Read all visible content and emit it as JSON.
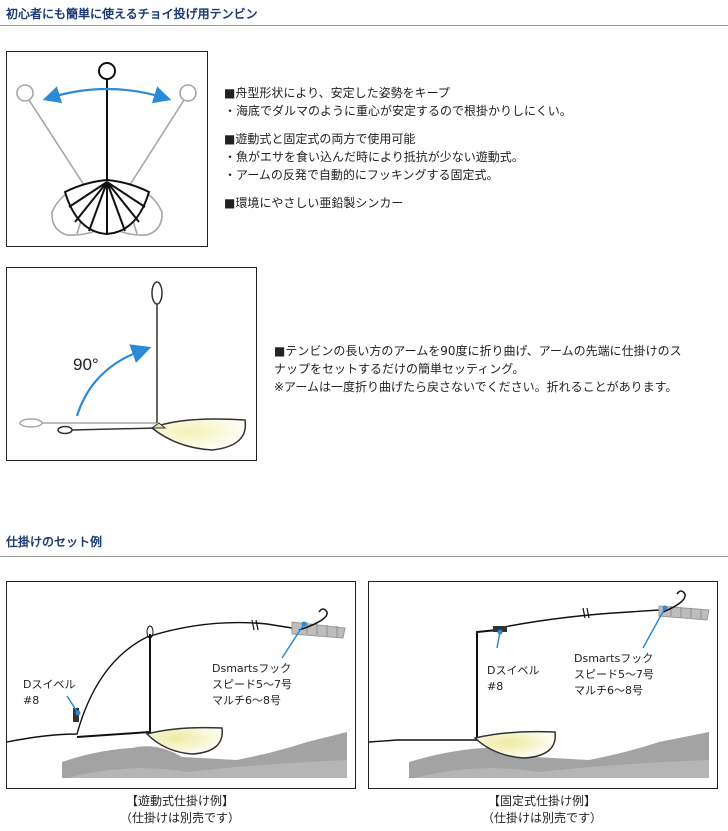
{
  "section1": {
    "title": "初心者にも簡単に使えるチョイ投げ用テンビン",
    "features": [
      "■舟型形状により、安定した姿勢をキープ",
      "・海底でダルマのように重心が安定するので根掛かりしにくい。",
      "",
      "■遊動式と固定式の両方で使用可能",
      "・魚がエサを食い込んだ時により抵抗が少ない遊動式。",
      "・アームの反発で自動的にフッキングする固定式。",
      "",
      "■環境にやさしい亜鉛製シンカー"
    ],
    "angle_label": "90°",
    "instruction": [
      "■テンビンの長い方のアームを90度に折り曲げ、アームの先端に仕掛けのス",
      "ナップをセットするだけの簡単セッティング。",
      "※アームは一度折り曲げたら戻さないでください。折れることがあります。"
    ]
  },
  "section2": {
    "title": "仕掛けのセット例",
    "examples": [
      {
        "swivel_label": [
          "Dスイベル",
          "#8"
        ],
        "hook_label": [
          "Dsmartsフック",
          "スピード5〜7号",
          "マルチ6〜8号"
        ],
        "caption": [
          "【遊動式仕掛け例】",
          "（仕掛けは別売です）"
        ]
      },
      {
        "swivel_label": [
          "Dスイベル",
          "#8"
        ],
        "hook_label": [
          "Dsmartsフック",
          "スピード5〜7号",
          "マルチ6〜8号"
        ],
        "caption": [
          "【固定式仕掛け例】",
          "（仕掛けは別売です）"
        ]
      }
    ]
  },
  "colors": {
    "title": "#1c3a73",
    "arrow": "#2a8ad6",
    "sinker": "#e9e59a",
    "seabed": "#8c8c8c"
  }
}
